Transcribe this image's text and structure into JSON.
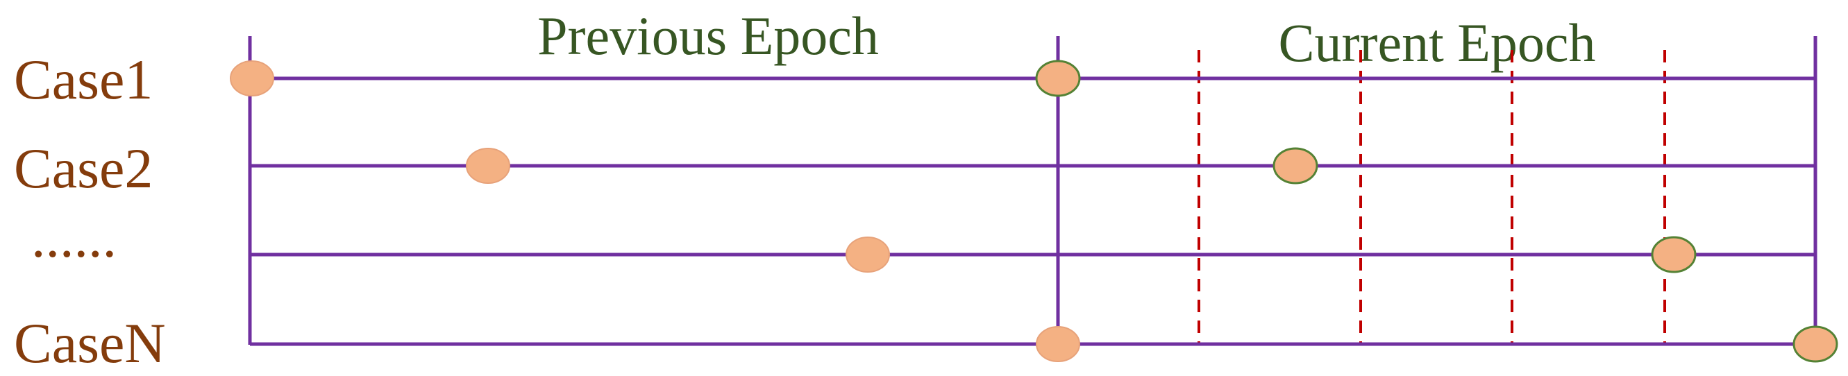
{
  "colors": {
    "line": "#7030a0",
    "dashed": "#c00000",
    "label": "#843c0c",
    "epoch_label": "#375623",
    "marker_fill": "#f4b183",
    "marker_prev_stroke": "#e7a27a",
    "marker_curr_stroke": "#548235"
  },
  "epochs": {
    "previous": "Previous Epoch",
    "current": "Current Epoch"
  },
  "rows": [
    {
      "label": "Case1"
    },
    {
      "label": "Case2"
    },
    {
      "label": "......"
    },
    {
      "label": "CaseN"
    }
  ]
}
